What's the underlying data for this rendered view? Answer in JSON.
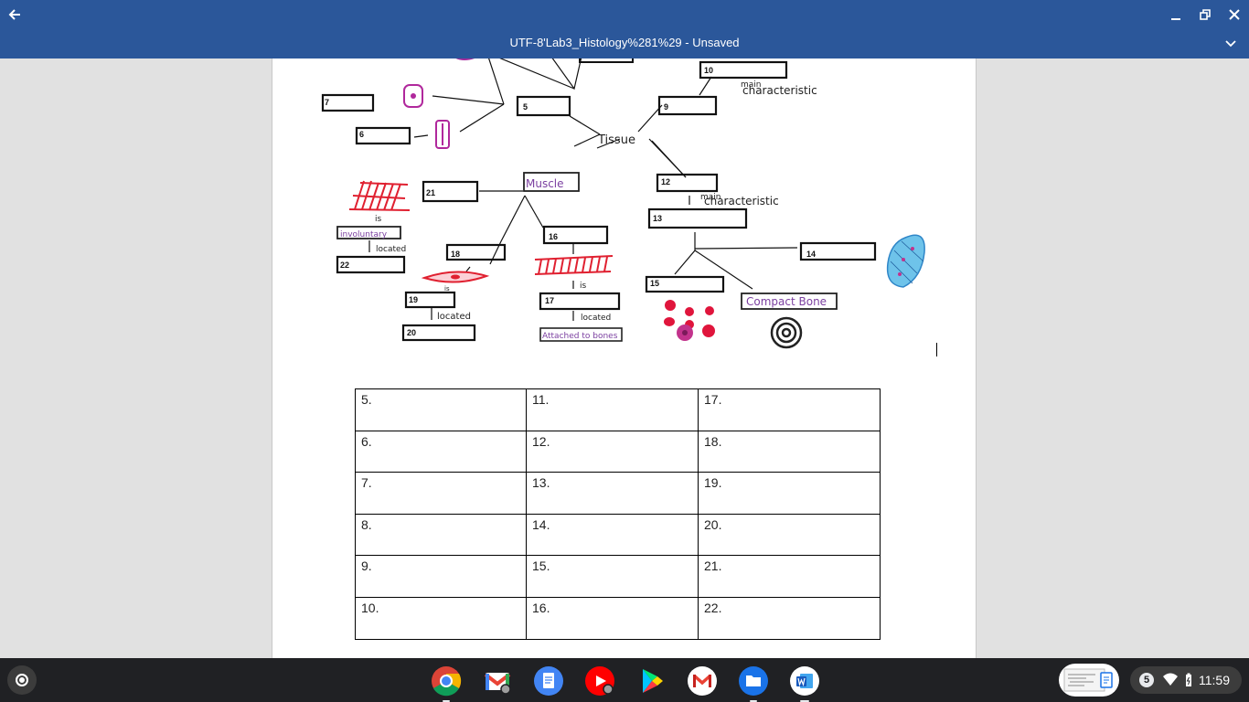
{
  "window": {
    "title": "UTF-8'Lab3_Histology%281%29 - Unsaved"
  },
  "diagram": {
    "center_label": "Tissue",
    "muscle_label": "Muscle",
    "main_characteristic": [
      "main",
      "characteristic"
    ],
    "is_label": "is",
    "located_label": "located",
    "involuntary_label": "involuntary",
    "attached_label": "Attached to bones",
    "compact_bone_label": "Compact Bone",
    "box_numbers": [
      "5",
      "6",
      "7",
      "9",
      "10",
      "12",
      "13",
      "14",
      "15",
      "16",
      "17",
      "18",
      "19",
      "20",
      "21",
      "22"
    ]
  },
  "table": {
    "rows": [
      [
        "5.",
        "11.",
        "17."
      ],
      [
        "6.",
        "12.",
        "18."
      ],
      [
        "7.",
        "13.",
        "19."
      ],
      [
        "8.",
        "14.",
        "20."
      ],
      [
        "9.",
        "15.",
        "21."
      ],
      [
        "10.",
        "16.",
        "22."
      ]
    ]
  },
  "shelf": {
    "apps": [
      "chrome-icon",
      "gmail-icon",
      "docs-icon",
      "youtube-icon",
      "play-store-icon",
      "gmail-icon",
      "files-icon",
      "word-icon"
    ],
    "notification_count": "5",
    "time": "11:59"
  }
}
